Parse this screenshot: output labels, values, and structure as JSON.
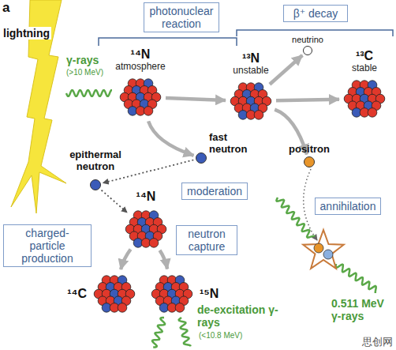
{
  "diagram": {
    "nodes": [
      {
        "text": [
          "photonuclear reaction"
        ]
      },
      {
        "text": [
          "β⁺ decay"
        ]
      },
      {
        "text": [
          "¹⁴N",
          "atmosphere"
        ]
      },
      {
        "text": [
          "¹³N",
          "unstable"
        ]
      },
      {
        "text": [
          "neutrino"
        ]
      },
      {
        "text": [
          "¹³C",
          "stable"
        ]
      },
      {
        "text": [
          "fast neutron"
        ]
      },
      {
        "text": [
          "epithermal neutron"
        ]
      },
      {
        "text": [
          "moderation"
        ]
      },
      {
        "text": [
          "positron"
        ]
      },
      {
        "text": [
          "¹⁴N"
        ]
      },
      {
        "text": [
          "charged-particle production"
        ]
      },
      {
        "text": [
          "neutron capture"
        ]
      },
      {
        "text": [
          "annihilation"
        ]
      },
      {
        "text": [
          "¹⁴C"
        ]
      },
      {
        "text": [
          "¹⁵N"
        ]
      }
    ],
    "edges": [
      {
        "from": 2,
        "to": 3,
        "arrow": "to"
      },
      {
        "from": 3,
        "to": 5,
        "arrow": "to"
      },
      {
        "from": 3,
        "to": 4,
        "arrow": "to"
      },
      {
        "from": 3,
        "to": 9,
        "arrow": "to"
      },
      {
        "from": 2,
        "to": 6,
        "arrow": "to"
      },
      {
        "from": 6,
        "to": 7,
        "arrow": "to"
      },
      {
        "from": 7,
        "to": 10,
        "arrow": "to"
      },
      {
        "from": 10,
        "to": 14,
        "arrow": "to"
      },
      {
        "from": 10,
        "to": 15,
        "arrow": "to"
      }
    ],
    "labels": [
      "a",
      "lightning",
      "γ-rays",
      "(>10 MeV)",
      "de-excitation γ-rays",
      "(<10.8 MeV)",
      "0.511 MeV γ-rays",
      "思创网"
    ]
  }
}
